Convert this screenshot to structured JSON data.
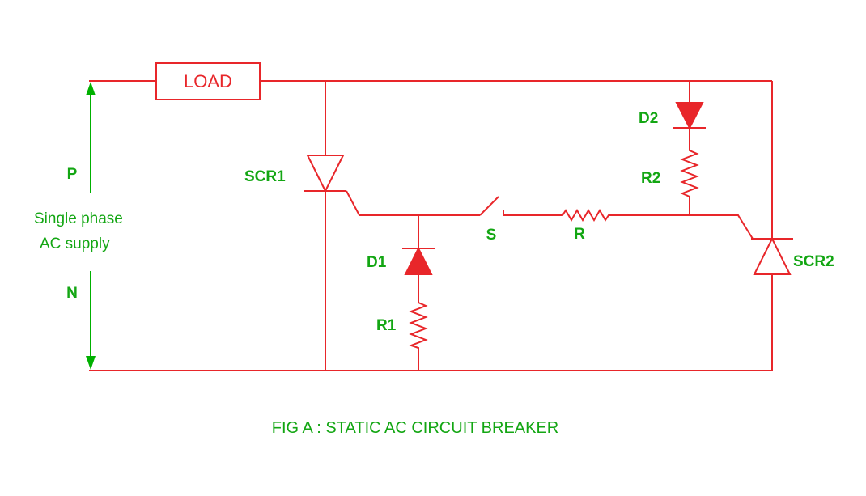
{
  "labels": {
    "load": "LOAD",
    "p": "P",
    "n": "N",
    "supply_line1": "Single phase",
    "supply_line2": "AC supply",
    "scr1": "SCR1",
    "scr2": "SCR2",
    "d1": "D1",
    "d2": "D2",
    "r1": "R1",
    "r2": "R2",
    "s": "S",
    "r": "R"
  },
  "caption": "FIG A : STATIC AC CIRCUIT BREAKER",
  "colors": {
    "wire": "#e8262a",
    "label": "#13a613",
    "background": "#ffffff"
  }
}
